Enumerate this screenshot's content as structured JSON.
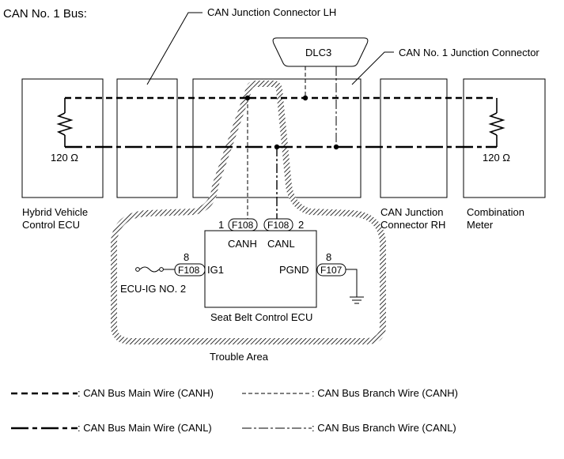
{
  "title": "CAN No. 1 Bus:",
  "labels": {
    "junction_lh": "CAN Junction Connector LH",
    "dlc3": "DLC3",
    "junction_no1": "CAN No. 1 Junction Connector",
    "resistor_left": "120 Ω",
    "resistor_right": "120 Ω",
    "hybrid_line1": "Hybrid Vehicle",
    "hybrid_line2": "Control ECU",
    "junction_rh_line1": "CAN Junction",
    "junction_rh_line2": "Connector RH",
    "meter_line1": "Combination",
    "meter_line2": "Meter",
    "pin_canh_num": "1",
    "pin_canl_num": "2",
    "conn_canh": "F108",
    "conn_canl": "F108",
    "sig_canh": "CANH",
    "sig_canl": "CANL",
    "pin_ig1_num": "8",
    "conn_ig1": "F108",
    "sig_ig1": "IG1",
    "pin_pgnd_num": "8",
    "conn_pgnd": "F107",
    "sig_pgnd": "PGND",
    "fuse": "ECU-IG NO. 2",
    "seat_belt_ecu": "Seat Belt Control ECU",
    "trouble_area": "Trouble Area"
  },
  "legend": [
    {
      "style": "main-canh",
      "label": ": CAN Bus Main Wire (CANH)"
    },
    {
      "style": "branch-canh",
      "label": ": CAN Bus Branch Wire (CANH)"
    },
    {
      "style": "main-canl",
      "label": ": CAN Bus Main Wire (CANL)"
    },
    {
      "style": "branch-canl",
      "label": ": CAN Bus Branch Wire (CANL)"
    }
  ]
}
